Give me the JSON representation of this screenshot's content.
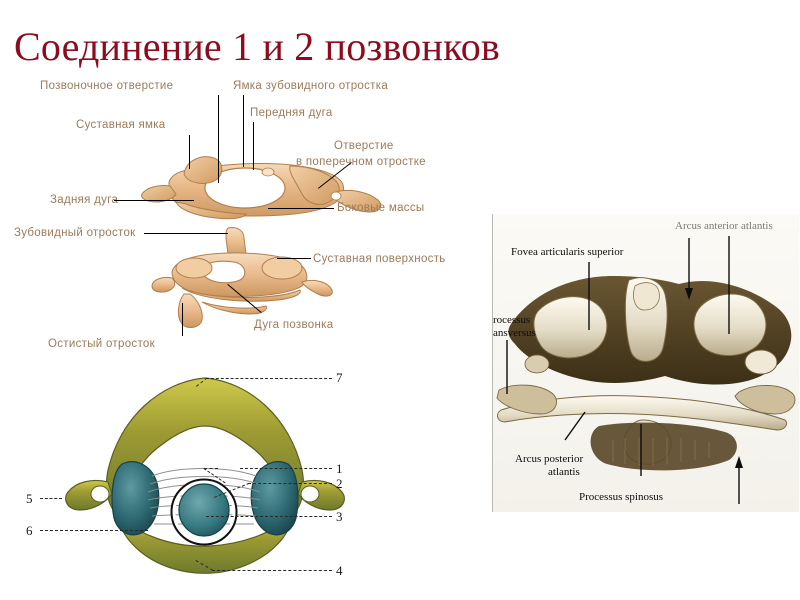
{
  "slide": {
    "title": "Соединение 1 и 2 позвонков",
    "title_color": "#8c0b1e",
    "background": "#ffffff"
  },
  "figure_atlas": {
    "caption_color": "#9c7b5a",
    "labels": [
      {
        "id": "vertebral-foramen",
        "text": "Позвоночное отверстие"
      },
      {
        "id": "dens-fovea",
        "text": "Ямка зубовидного отростка"
      },
      {
        "id": "articular-fovea",
        "text": "Суставная ямка"
      },
      {
        "id": "anterior-arch",
        "text": "Передняя дуга"
      },
      {
        "id": "transverse-foramen",
        "text": "Отверстие\nв поперечном отростке"
      },
      {
        "id": "transverse-foramen-l1",
        "text": "Отверстие"
      },
      {
        "id": "transverse-foramen-l2",
        "text": "в поперечном отростке"
      },
      {
        "id": "posterior-arch",
        "text": "Задняя дуга"
      },
      {
        "id": "lateral-masses",
        "text": "Боковые массы"
      }
    ]
  },
  "figure_axis": {
    "labels": [
      {
        "id": "dens",
        "text": "Зубовидный отросток"
      },
      {
        "id": "articular-surface",
        "text": "Суставная поверхность"
      },
      {
        "id": "vertebral-arch",
        "text": "Дуга позвонка"
      },
      {
        "id": "spinous-process",
        "text": "Остистый отросток"
      }
    ]
  },
  "figure_photo": {
    "labels": [
      {
        "id": "fovea-articularis-superior",
        "text": "Fovea articularis superior"
      },
      {
        "id": "arcus-anterior-atlantis",
        "text": "Arcus anterior atlantis"
      },
      {
        "id": "processus-transversus-l1",
        "text": "rocessus"
      },
      {
        "id": "processus-transversus-l2",
        "text": "ansversus"
      },
      {
        "id": "arcus-posterior-atlantis-l1",
        "text": "Arcus posterior"
      },
      {
        "id": "arcus-posterior-atlantis-l2",
        "text": "atlantis"
      },
      {
        "id": "processus-spinosus",
        "text": "Processus spinosus"
      }
    ]
  },
  "figure_cross_section": {
    "numbers": [
      "1",
      "2",
      "3",
      "4",
      "5",
      "6",
      "7"
    ],
    "callouts": [
      {
        "id": "callout-7",
        "number": "7"
      },
      {
        "id": "callout-1",
        "number": "1"
      },
      {
        "id": "callout-2",
        "number": "2"
      },
      {
        "id": "callout-3",
        "number": "3"
      },
      {
        "id": "callout-4",
        "number": "4"
      },
      {
        "id": "callout-5",
        "number": "5"
      },
      {
        "id": "callout-6",
        "number": "6"
      }
    ]
  }
}
